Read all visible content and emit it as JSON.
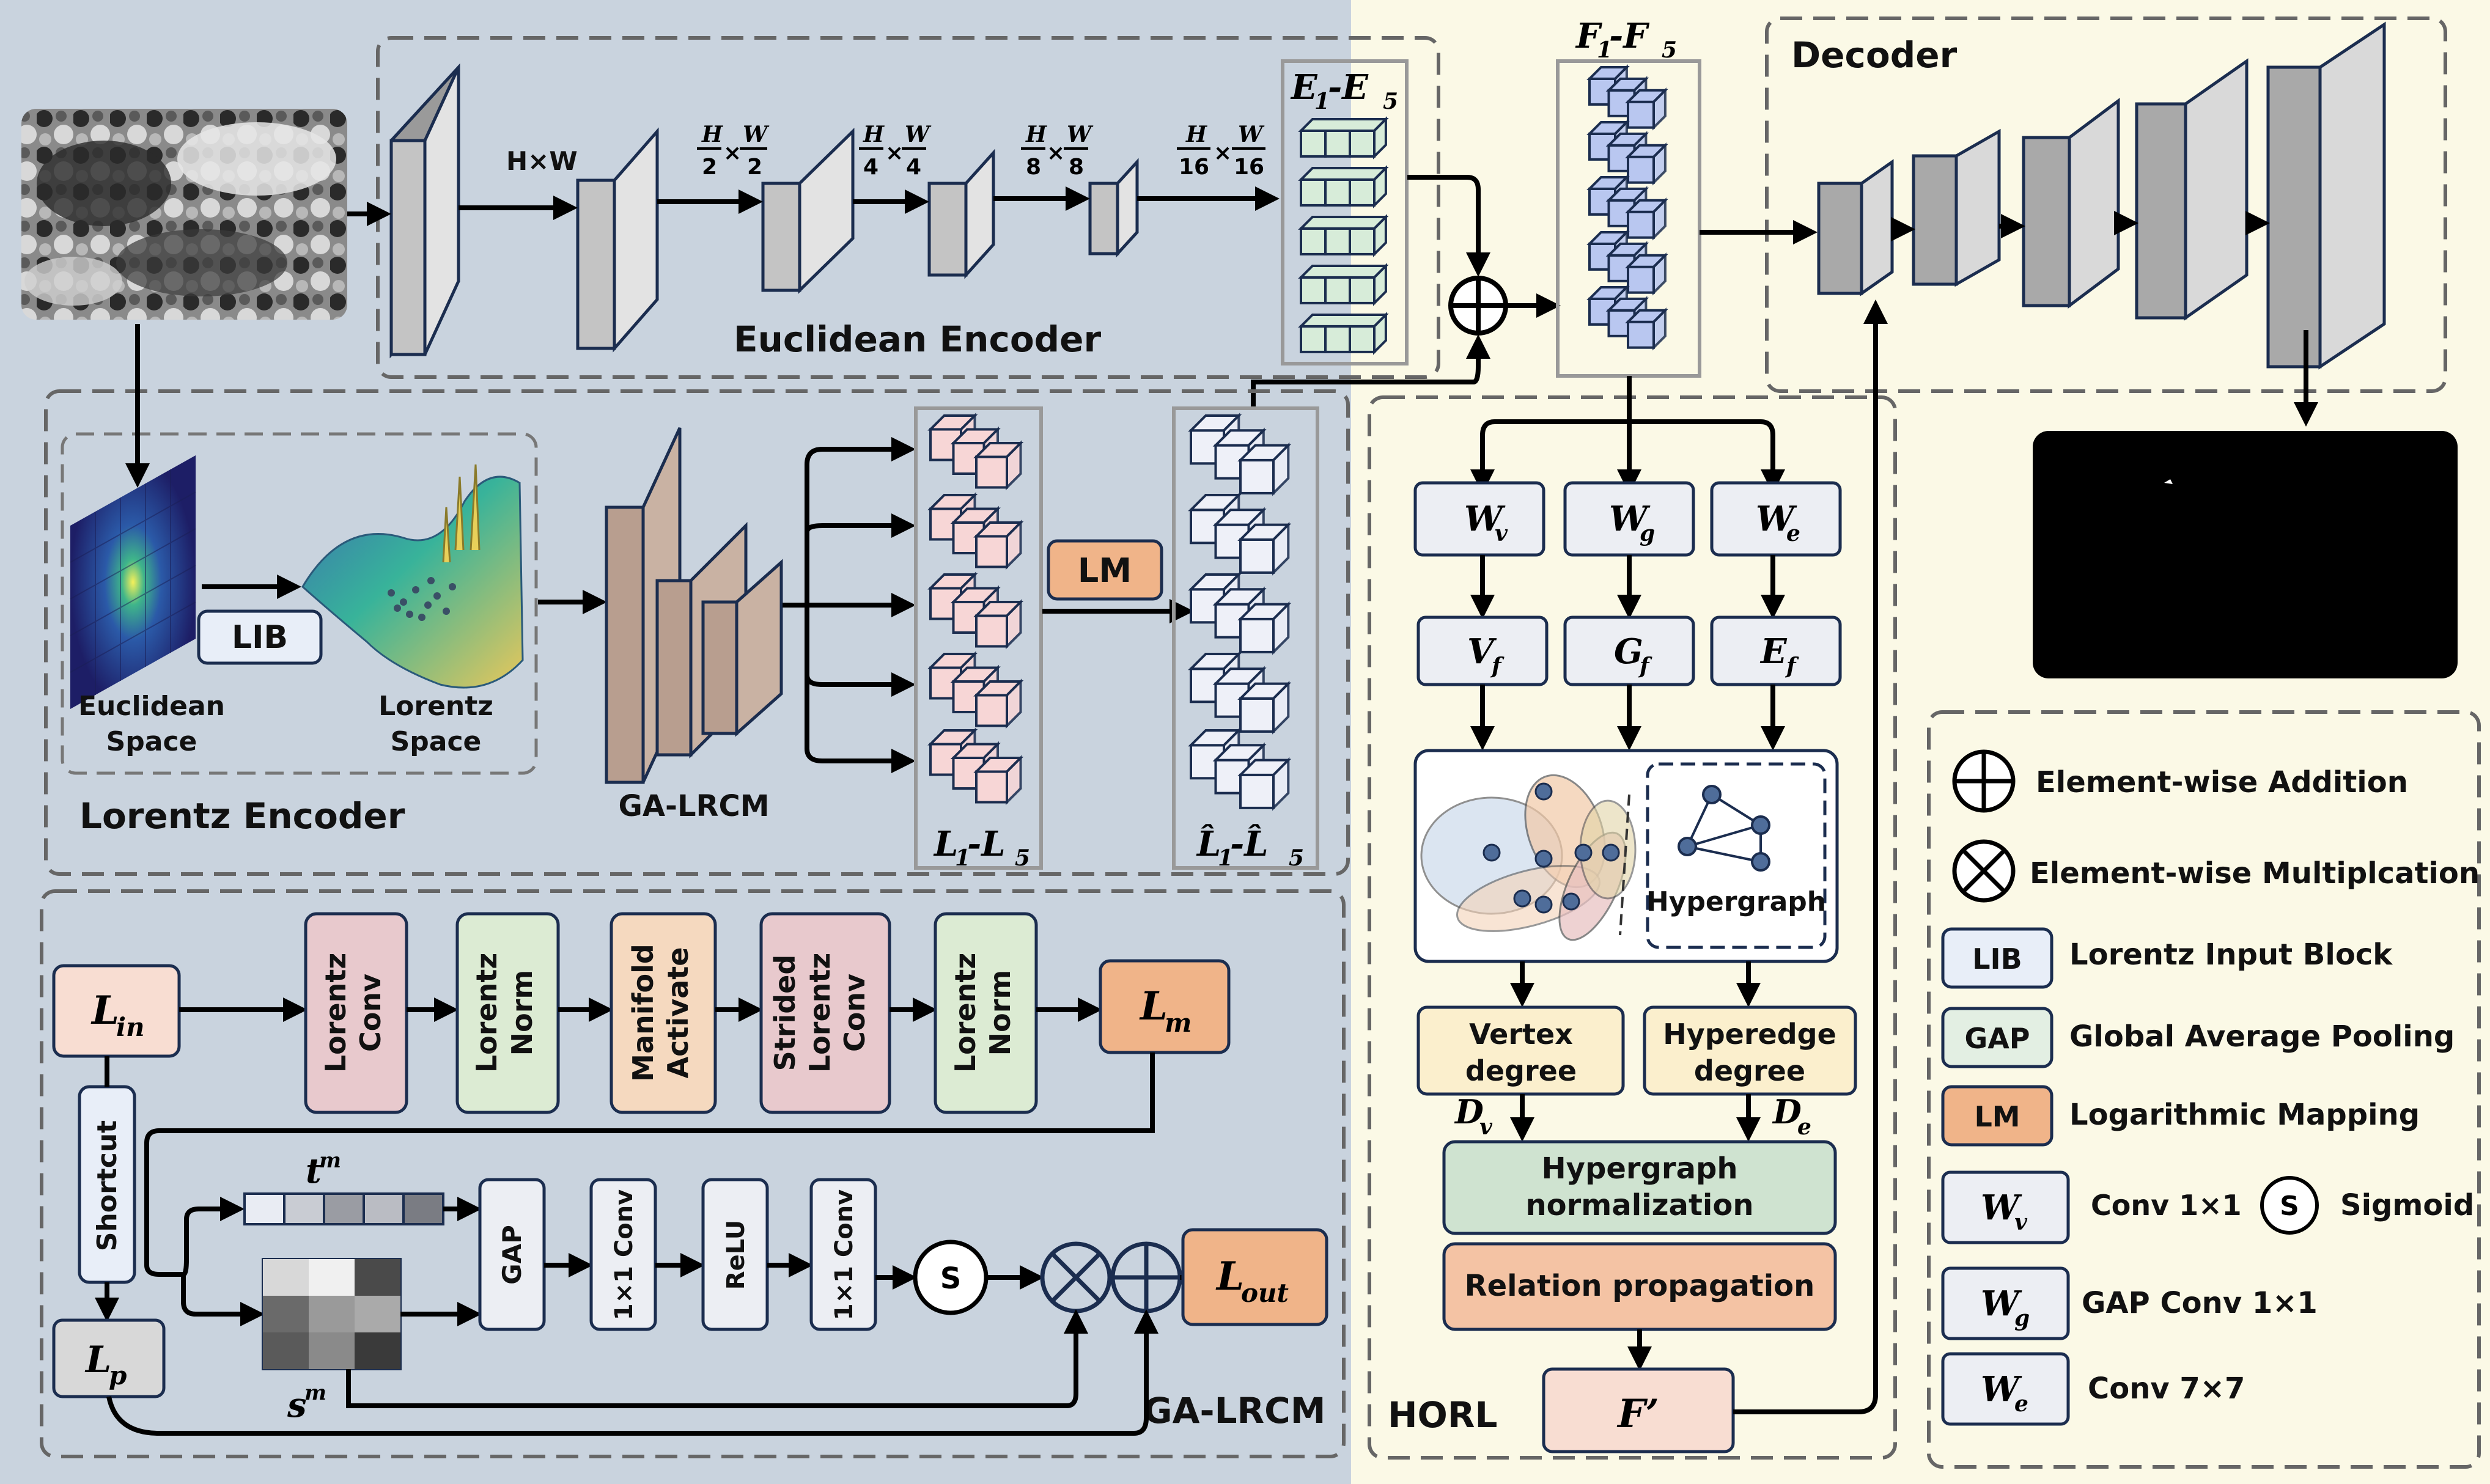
{
  "colors": {
    "left_bg": "#c9d3de",
    "right_bg": "#fbf9e6",
    "block_gray": "#dcdcdc",
    "lorentz_conv": "#e8c9cd",
    "lorentz_norm": "#dcebd3",
    "manifold_activate": "#f5d9bf",
    "lm_orange": "#f0b489",
    "l_in_pink": "#f8ddd2",
    "f_cube_blue": "#b9c7f0",
    "e_cube_green": "#d7ecd9",
    "l_cube_pink": "#f7d6d6",
    "lhat_cube_white": "#eef0f8",
    "vertex_yellow": "#fbefcd",
    "hyper_norm_green": "#cfe3d0",
    "relation_orange": "#f4c3a4",
    "w_box": "#eceef3",
    "lib_box": "#e8eef8",
    "gap_box": "#e3efe3"
  },
  "encoder": {
    "title": "Euclidean Encoder",
    "size_labels": {
      "hw": "H×W",
      "half_num": "H",
      "half_den": "2",
      "half_num2": "W",
      "half_den2": "2",
      "quarter_num": "H",
      "quarter_den": "4",
      "quarter_num2": "W",
      "quarter_den2": "4",
      "eighth_num": "H",
      "eighth_den": "8",
      "eighth_num2": "W",
      "eighth_den2": "8",
      "sixteenth_num": "H",
      "sixteenth_den": "16",
      "sixteenth_num2": "W",
      "sixteenth_den2": "16",
      "times": "×"
    },
    "e_label": "E",
    "e_sub1": "1",
    "e_dash": "-E",
    "e_sub5": "5"
  },
  "lorentz": {
    "title": "Lorentz Encoder",
    "lib": "LIB",
    "euclid_space_1": "Euclidean",
    "euclid_space_2": "Space",
    "lorentz_space_1": "Lorentz",
    "lorentz_space_2": "Space",
    "ga_lrcm": "GA-LRCM",
    "lm": "LM",
    "l_label": "L",
    "l_sub1": "1",
    "l_dash": "-L",
    "l_sub5": "5",
    "lhat_label": "L̂",
    "lhat_sub1": "1",
    "lhat_dash": "-L̂",
    "lhat_sub5": "5"
  },
  "f_stack": {
    "label": "F",
    "sub1": "1",
    "dash": "-F",
    "sub5": "5"
  },
  "decoder": {
    "title": "Decoder"
  },
  "horl": {
    "title": "HORL",
    "wv": "W",
    "wv_sub": "v",
    "wg": "W",
    "wg_sub": "g",
    "we": "W",
    "we_sub": "e",
    "vf": "V",
    "vf_sub": "f",
    "gf": "G",
    "gf_sub": "f",
    "ef": "E",
    "ef_sub": "f",
    "hypergraph": "Hypergraph",
    "vertex_degree_1": "Vertex",
    "vertex_degree_2": "degree",
    "hyperedge_degree_1": "Hyperedge",
    "hyperedge_degree_2": "degree",
    "dv": "D",
    "dv_sub": "v",
    "de": "D",
    "de_sub": "e",
    "hyper_norm_1": "Hypergraph",
    "hyper_norm_2": "normalization",
    "relation": "Relation propagation",
    "f_prime": "F’"
  },
  "galrcm": {
    "title": "GA-LRCM",
    "l_in": "L",
    "l_in_sub": "in",
    "l_m": "L",
    "l_m_sub": "m",
    "l_p": "L",
    "l_p_sub": "p",
    "l_out": "L",
    "l_out_sub": "out",
    "shortcut": "Shortcut",
    "lorentz_conv_1": "Lorentz",
    "lorentz_conv_2": "Conv",
    "lorentz_norm_1": "Lorentz",
    "lorentz_norm_2": "Norm",
    "manifold_1": "Manifold",
    "manifold_2": "Activate",
    "strided_1": "Strided",
    "strided_2": "Lorentz",
    "strided_3": "Conv",
    "lorentz_norm2_1": "Lorentz",
    "lorentz_norm2_2": "Norm",
    "t_m": "t",
    "t_m_sup": "m",
    "s_m": "s",
    "s_m_sup": "m",
    "gap": "GAP",
    "conv1": "1×1 Conv",
    "relu": "ReLU",
    "conv2": "1×1 Conv",
    "sigmoid": "S"
  },
  "legend": {
    "add": "Element-wise Addition",
    "mult": "Element-wise Multiplcation",
    "lib_key": "LIB",
    "lib_desc": "Lorentz Input Block",
    "gap_key": "GAP",
    "gap_desc": "Global Average Pooling",
    "lm_key": "LM",
    "lm_desc": "Logarithmic Mapping",
    "wv_key": "W",
    "wv_sub": "v",
    "wv_desc": "Conv 1×1",
    "sigmoid_key": "S",
    "sigmoid_desc": "Sigmoid",
    "wg_key": "W",
    "wg_sub": "g",
    "wg_desc": "GAP Conv 1×1",
    "we_key": "W",
    "we_sub": "e",
    "we_desc": "Conv 7×7"
  }
}
